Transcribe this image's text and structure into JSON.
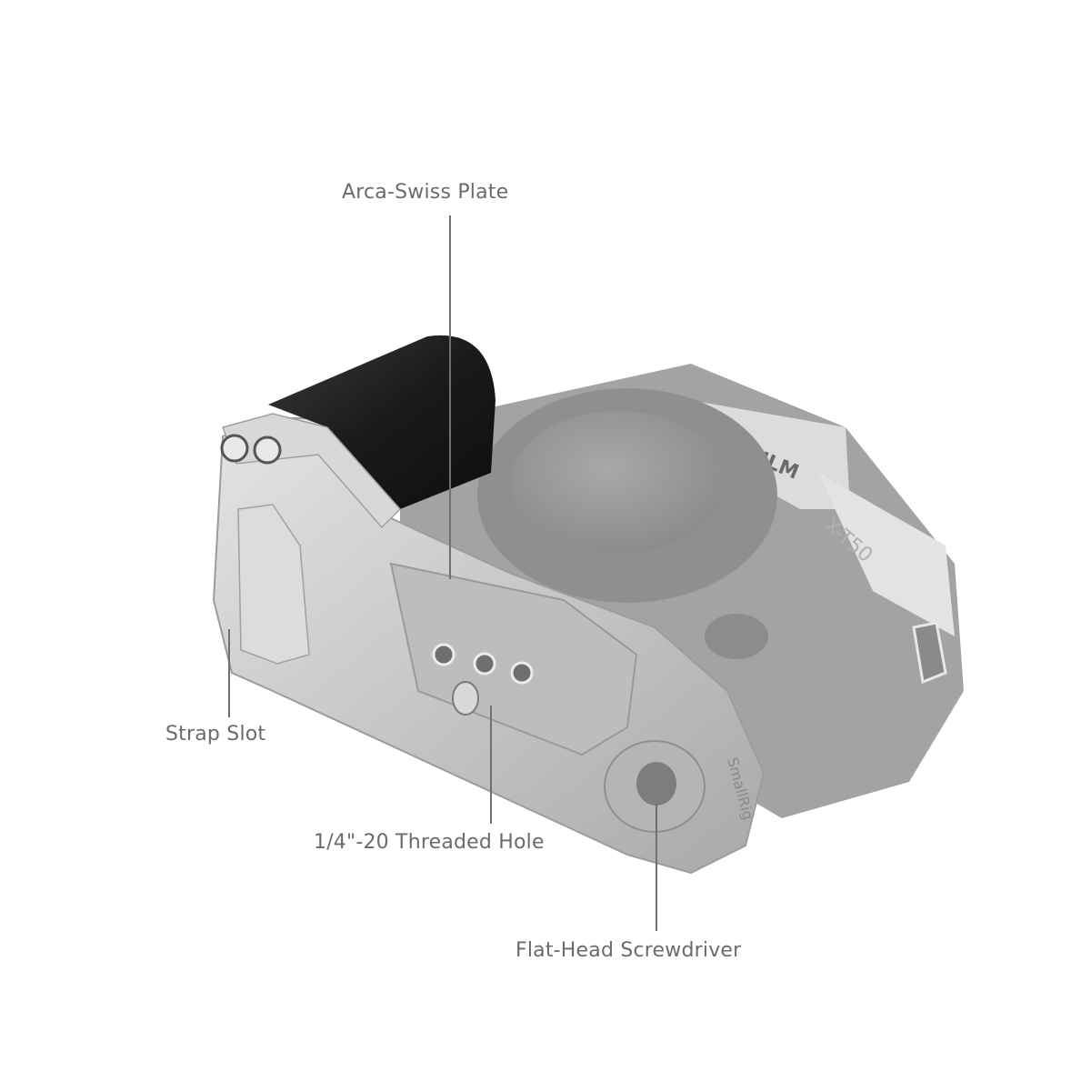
{
  "product": {
    "description": "Camera cage with grip on mirrorless camera (bottom view)",
    "camera_brand_text": "FILM",
    "camera_model_text": "X-T50",
    "cage_brand_text": "SmallRig",
    "colors": {
      "background": "#ffffff",
      "cage_silver": "#c9c9cb",
      "cage_highlight": "#e6e6e8",
      "grip_black": "#1c1c1c",
      "camera_gray": "#9e9e9e",
      "accent_red": "#d0293a",
      "label_text": "#6b6b6b",
      "leader_line": "#707070"
    }
  },
  "callouts": [
    {
      "id": "arca",
      "label": "Arca-Swiss Plate"
    },
    {
      "id": "strap",
      "label": "Strap Slot"
    },
    {
      "id": "thread",
      "label": "1/4\"-20 Threaded Hole"
    },
    {
      "id": "screw",
      "label": "Flat-Head Screwdriver"
    }
  ]
}
